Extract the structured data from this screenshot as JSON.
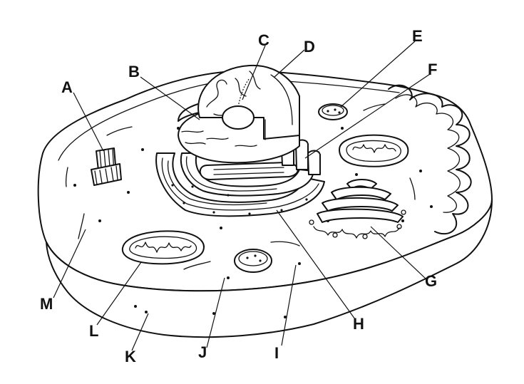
{
  "diagram": {
    "labels": [
      "A",
      "B",
      "C",
      "D",
      "E",
      "F",
      "G",
      "H",
      "I",
      "J",
      "K",
      "L",
      "M"
    ]
  }
}
